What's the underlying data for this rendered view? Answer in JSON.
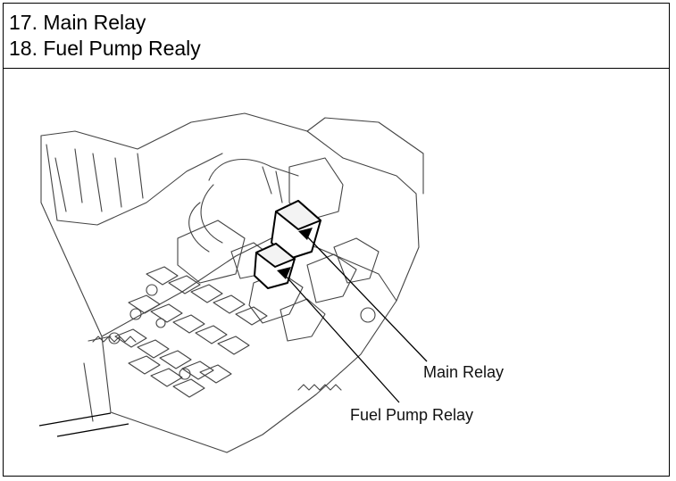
{
  "header": {
    "items": [
      "17. Main Relay",
      "18. Fuel Pump Realy"
    ]
  },
  "figure": {
    "callouts": {
      "main_relay": "Main Relay",
      "fuel_pump_relay": "Fuel Pump Relay"
    }
  }
}
